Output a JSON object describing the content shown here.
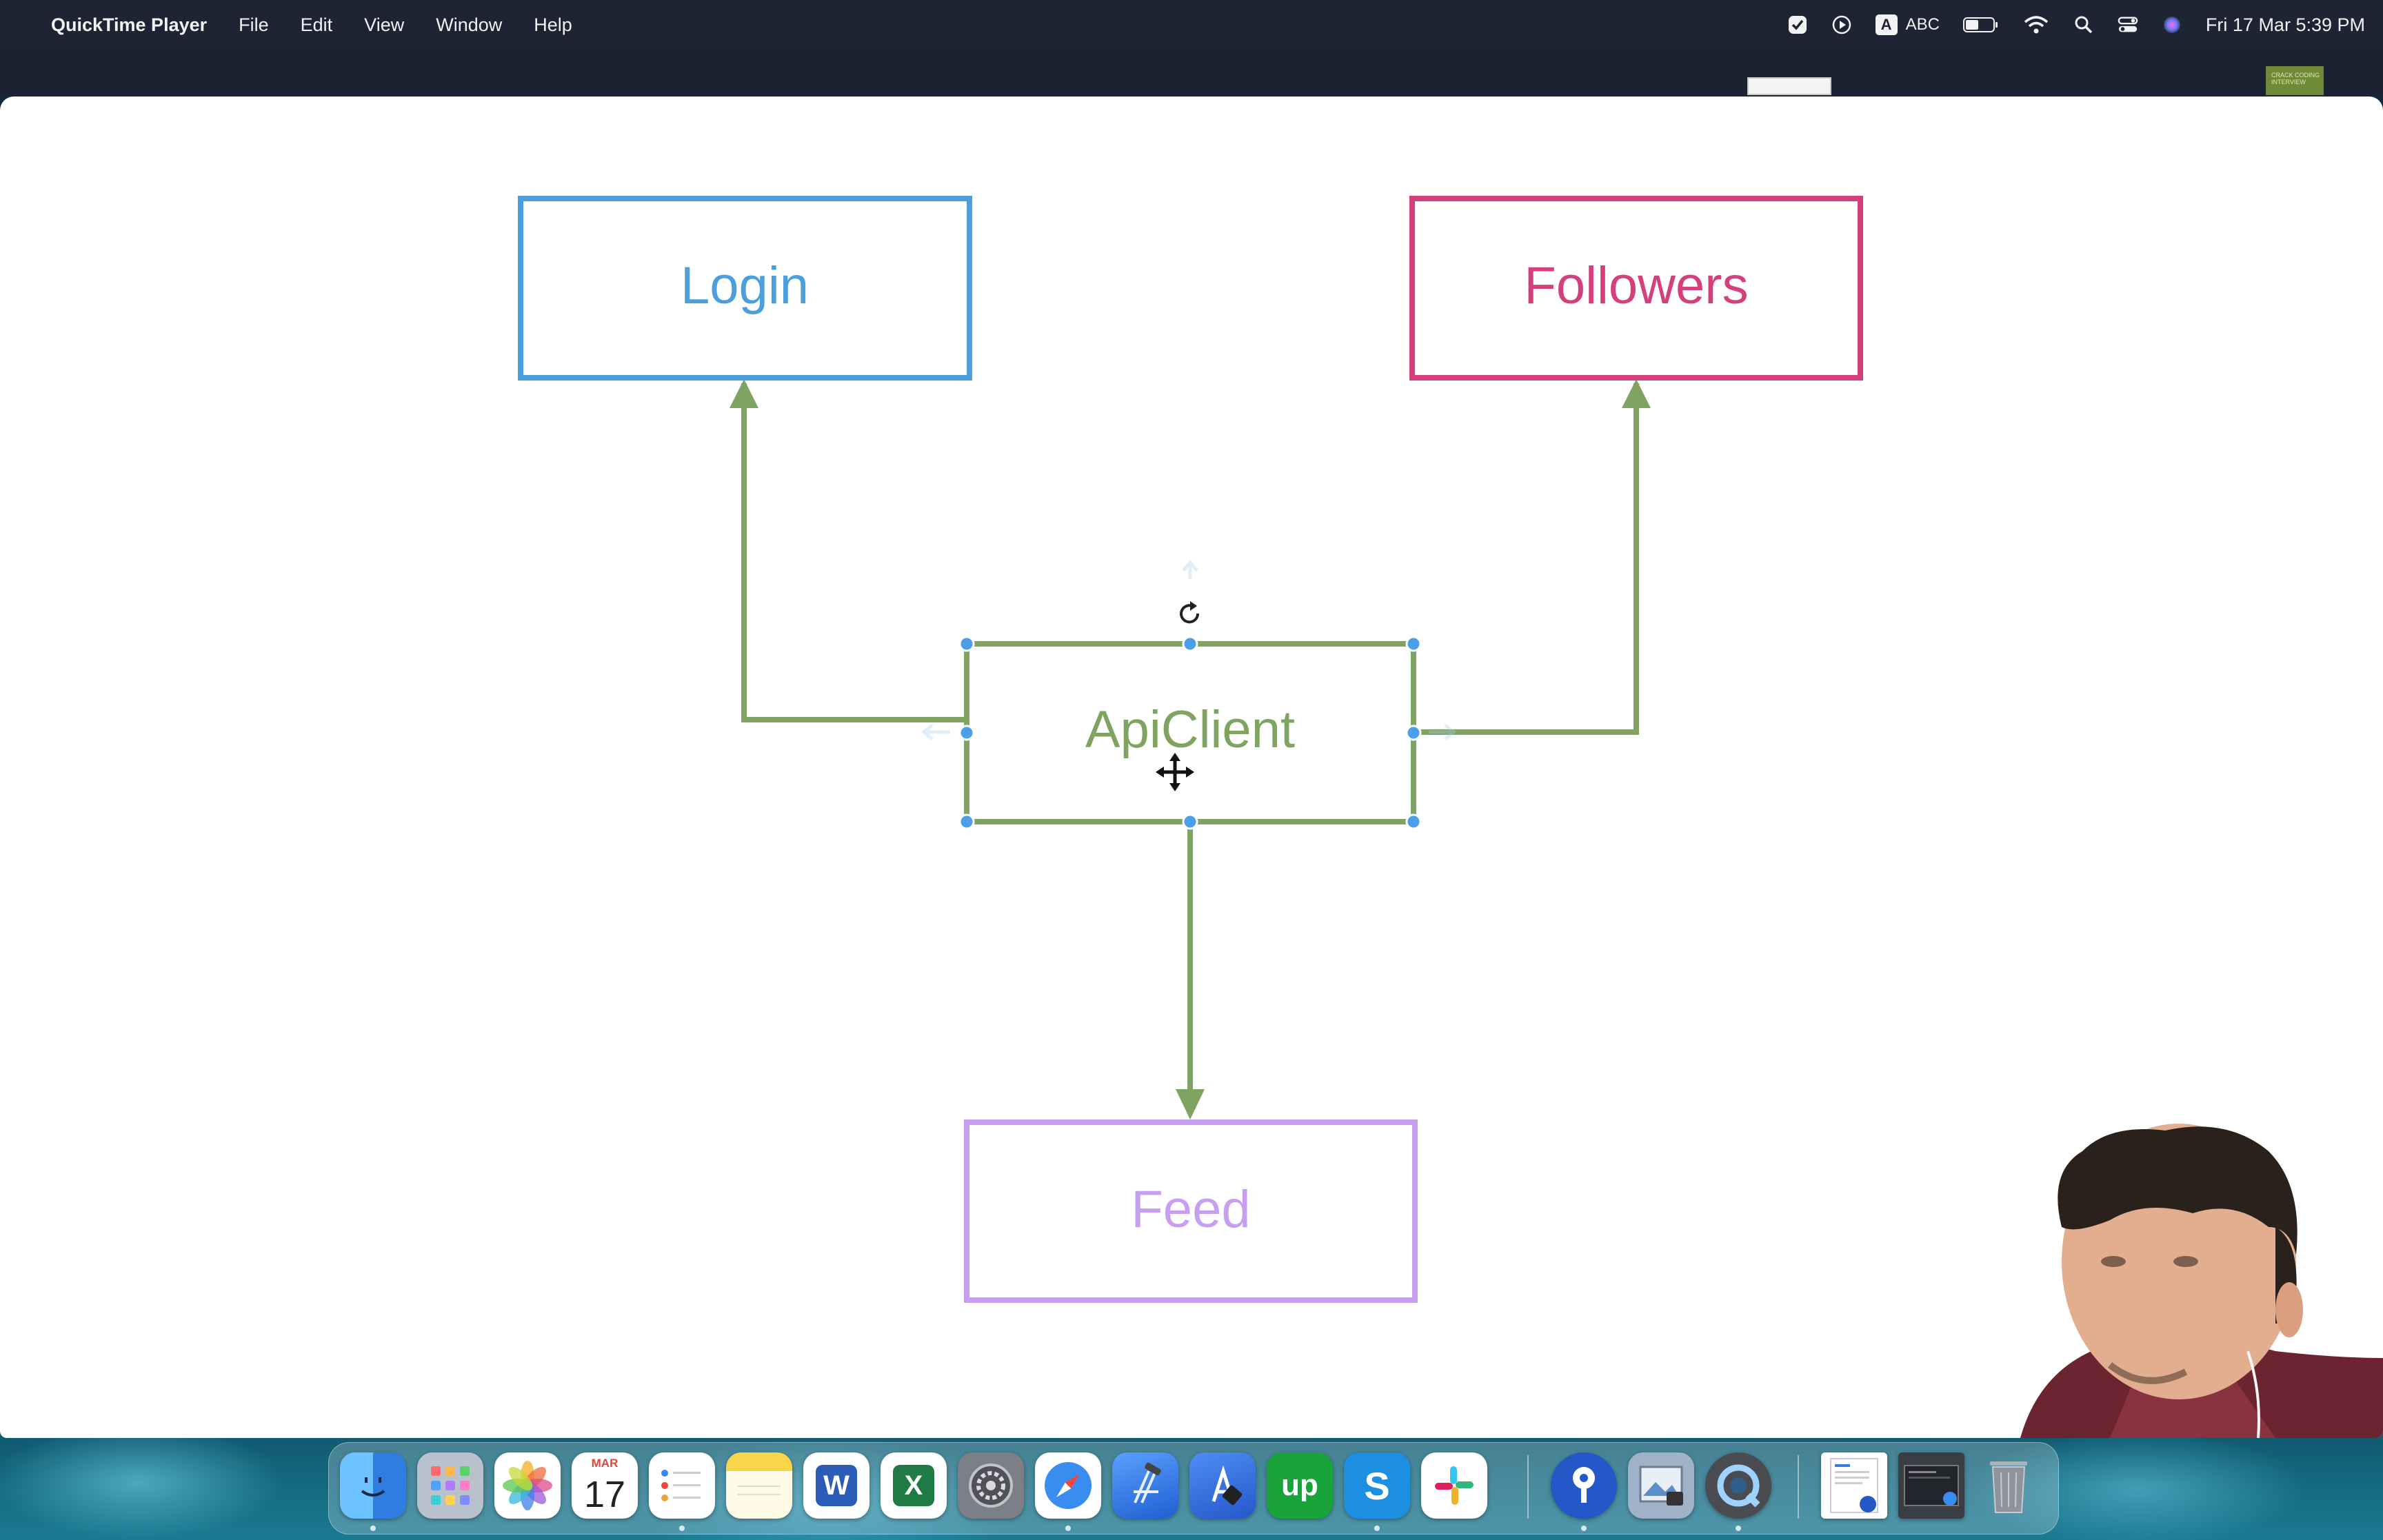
{
  "menubar": {
    "app_name": "QuickTime Player",
    "menus": [
      "File",
      "Edit",
      "View",
      "Window",
      "Help"
    ],
    "input_source": "ABC",
    "input_badge": "A",
    "datetime": "Fri 17 Mar  5:39 PM"
  },
  "subbar": {
    "thumb_text": "CRACK CODING INTERVIEW"
  },
  "diagram": {
    "nodes": {
      "login": {
        "label": "Login",
        "color": "#4a9fdc"
      },
      "followers": {
        "label": "Followers",
        "color": "#d43f7c"
      },
      "apiclient": {
        "label": "ApiClient",
        "color": "#7fa462"
      },
      "feed": {
        "label": "Feed",
        "color": "#c79ef0"
      }
    },
    "arrow_color": "#7fa462",
    "selection_handle_color": "#4a9fe8"
  },
  "dock": {
    "items": [
      {
        "name": "Finder",
        "color": "#3b8ef0"
      },
      {
        "name": "Launchpad",
        "color": "#9aa3b3"
      },
      {
        "name": "Photos",
        "color": "#ffffff"
      },
      {
        "name": "Calendar",
        "month": "MAR",
        "day": "17"
      },
      {
        "name": "Reminders",
        "color": "#ffffff"
      },
      {
        "name": "Notes",
        "color": "#f9d649"
      },
      {
        "name": "Microsoft Word",
        "letter": "W",
        "color": "#2b5cb8"
      },
      {
        "name": "Microsoft Excel",
        "letter": "X",
        "color": "#1f7a44"
      },
      {
        "name": "System Preferences",
        "color": "#7d7f86"
      },
      {
        "name": "Safari",
        "color": "#3a8df0"
      },
      {
        "name": "Xcode",
        "color": "#3d77e0"
      },
      {
        "name": "Instruments",
        "color": "#2f6ed9"
      },
      {
        "name": "Upwork",
        "letter": "up",
        "color": "#18a43a"
      },
      {
        "name": "Skype",
        "letter": "S",
        "color": "#1c8fe0"
      },
      {
        "name": "Slack",
        "color": "#ffffff"
      },
      {
        "name": "Sourcetree",
        "color": "#2458c9"
      },
      {
        "name": "Preview",
        "color": "#9fb2c8"
      },
      {
        "name": "QuickTime Player",
        "color": "#4b4b52"
      },
      {
        "name": "Document",
        "color": "#ffffff"
      },
      {
        "name": "Window",
        "color": "#3a3d44"
      },
      {
        "name": "Trash",
        "color": "#8d949c"
      }
    ]
  }
}
